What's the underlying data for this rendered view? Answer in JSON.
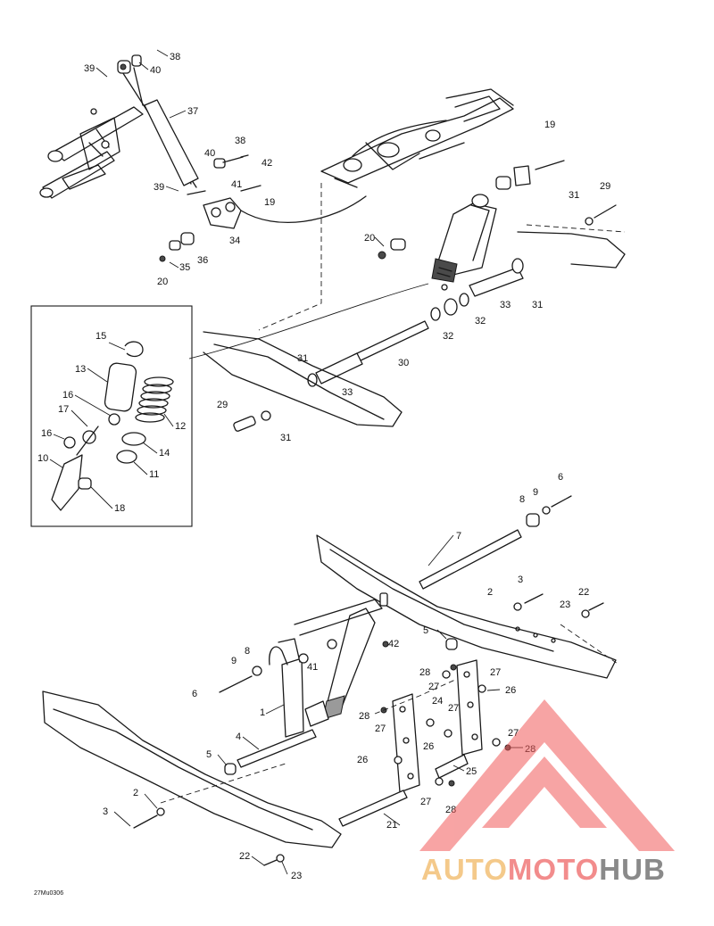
{
  "figure": {
    "ref_code": "27Mu0306",
    "callouts": [
      {
        "id": "c38a",
        "label": "38"
      },
      {
        "id": "c39a",
        "label": "39"
      },
      {
        "id": "c40a",
        "label": "40"
      },
      {
        "id": "c37",
        "label": "37"
      },
      {
        "id": "c38b",
        "label": "38"
      },
      {
        "id": "c40b",
        "label": "40"
      },
      {
        "id": "c42a",
        "label": "42"
      },
      {
        "id": "c41a",
        "label": "41"
      },
      {
        "id": "c39b",
        "label": "39"
      },
      {
        "id": "c19a",
        "label": "19"
      },
      {
        "id": "c34",
        "label": "34"
      },
      {
        "id": "c36",
        "label": "36"
      },
      {
        "id": "c35",
        "label": "35"
      },
      {
        "id": "c20a",
        "label": "20"
      },
      {
        "id": "c19b",
        "label": "19"
      },
      {
        "id": "c31a",
        "label": "31"
      },
      {
        "id": "c29a",
        "label": "29"
      },
      {
        "id": "c20b",
        "label": "20"
      },
      {
        "id": "c33a",
        "label": "33"
      },
      {
        "id": "c31b",
        "label": "31"
      },
      {
        "id": "c32a",
        "label": "32"
      },
      {
        "id": "c32b",
        "label": "32"
      },
      {
        "id": "c30",
        "label": "30"
      },
      {
        "id": "c31c",
        "label": "31"
      },
      {
        "id": "c33b",
        "label": "33"
      },
      {
        "id": "c29b",
        "label": "29"
      },
      {
        "id": "c31d",
        "label": "31"
      },
      {
        "id": "c15",
        "label": "15"
      },
      {
        "id": "c13",
        "label": "13"
      },
      {
        "id": "c16a",
        "label": "16"
      },
      {
        "id": "c17",
        "label": "17"
      },
      {
        "id": "c12",
        "label": "12"
      },
      {
        "id": "c16b",
        "label": "16"
      },
      {
        "id": "c14",
        "label": "14"
      },
      {
        "id": "c10",
        "label": "10"
      },
      {
        "id": "c11",
        "label": "11"
      },
      {
        "id": "c18",
        "label": "18"
      },
      {
        "id": "c6a",
        "label": "6"
      },
      {
        "id": "c9a",
        "label": "9"
      },
      {
        "id": "c8a",
        "label": "8"
      },
      {
        "id": "c7",
        "label": "7"
      },
      {
        "id": "c3a",
        "label": "3"
      },
      {
        "id": "c2a",
        "label": "2"
      },
      {
        "id": "c22a",
        "label": "22"
      },
      {
        "id": "c23a",
        "label": "23"
      },
      {
        "id": "c5a",
        "label": "5"
      },
      {
        "id": "c42b",
        "label": "42"
      },
      {
        "id": "c8b",
        "label": "8"
      },
      {
        "id": "c9b",
        "label": "9"
      },
      {
        "id": "c41b",
        "label": "41"
      },
      {
        "id": "c28a",
        "label": "28"
      },
      {
        "id": "c27a",
        "label": "27"
      },
      {
        "id": "c27b",
        "label": "27"
      },
      {
        "id": "c26a",
        "label": "26"
      },
      {
        "id": "c6b",
        "label": "6"
      },
      {
        "id": "c24",
        "label": "24"
      },
      {
        "id": "c28b",
        "label": "28"
      },
      {
        "id": "c27c",
        "label": "27"
      },
      {
        "id": "c27d",
        "label": "27"
      },
      {
        "id": "c1",
        "label": "1"
      },
      {
        "id": "c26b",
        "label": "26"
      },
      {
        "id": "c27e",
        "label": "27"
      },
      {
        "id": "c28c",
        "label": "28"
      },
      {
        "id": "c4",
        "label": "4"
      },
      {
        "id": "c5b",
        "label": "5"
      },
      {
        "id": "c26c",
        "label": "26"
      },
      {
        "id": "c25",
        "label": "25"
      },
      {
        "id": "c2b",
        "label": "2"
      },
      {
        "id": "c27f",
        "label": "27"
      },
      {
        "id": "c3b",
        "label": "3"
      },
      {
        "id": "c28d",
        "label": "28"
      },
      {
        "id": "c21",
        "label": "21"
      },
      {
        "id": "c22b",
        "label": "22"
      },
      {
        "id": "c23b",
        "label": "23"
      }
    ]
  },
  "watermark": {
    "part1": "AUTO",
    "part2": "MOTO",
    "part3": "HUB",
    "colors": {
      "auto": "#f4c98a",
      "moto": "#f28c8c",
      "hub": "#8a8a8a",
      "triangle": "#f25a5a"
    }
  }
}
